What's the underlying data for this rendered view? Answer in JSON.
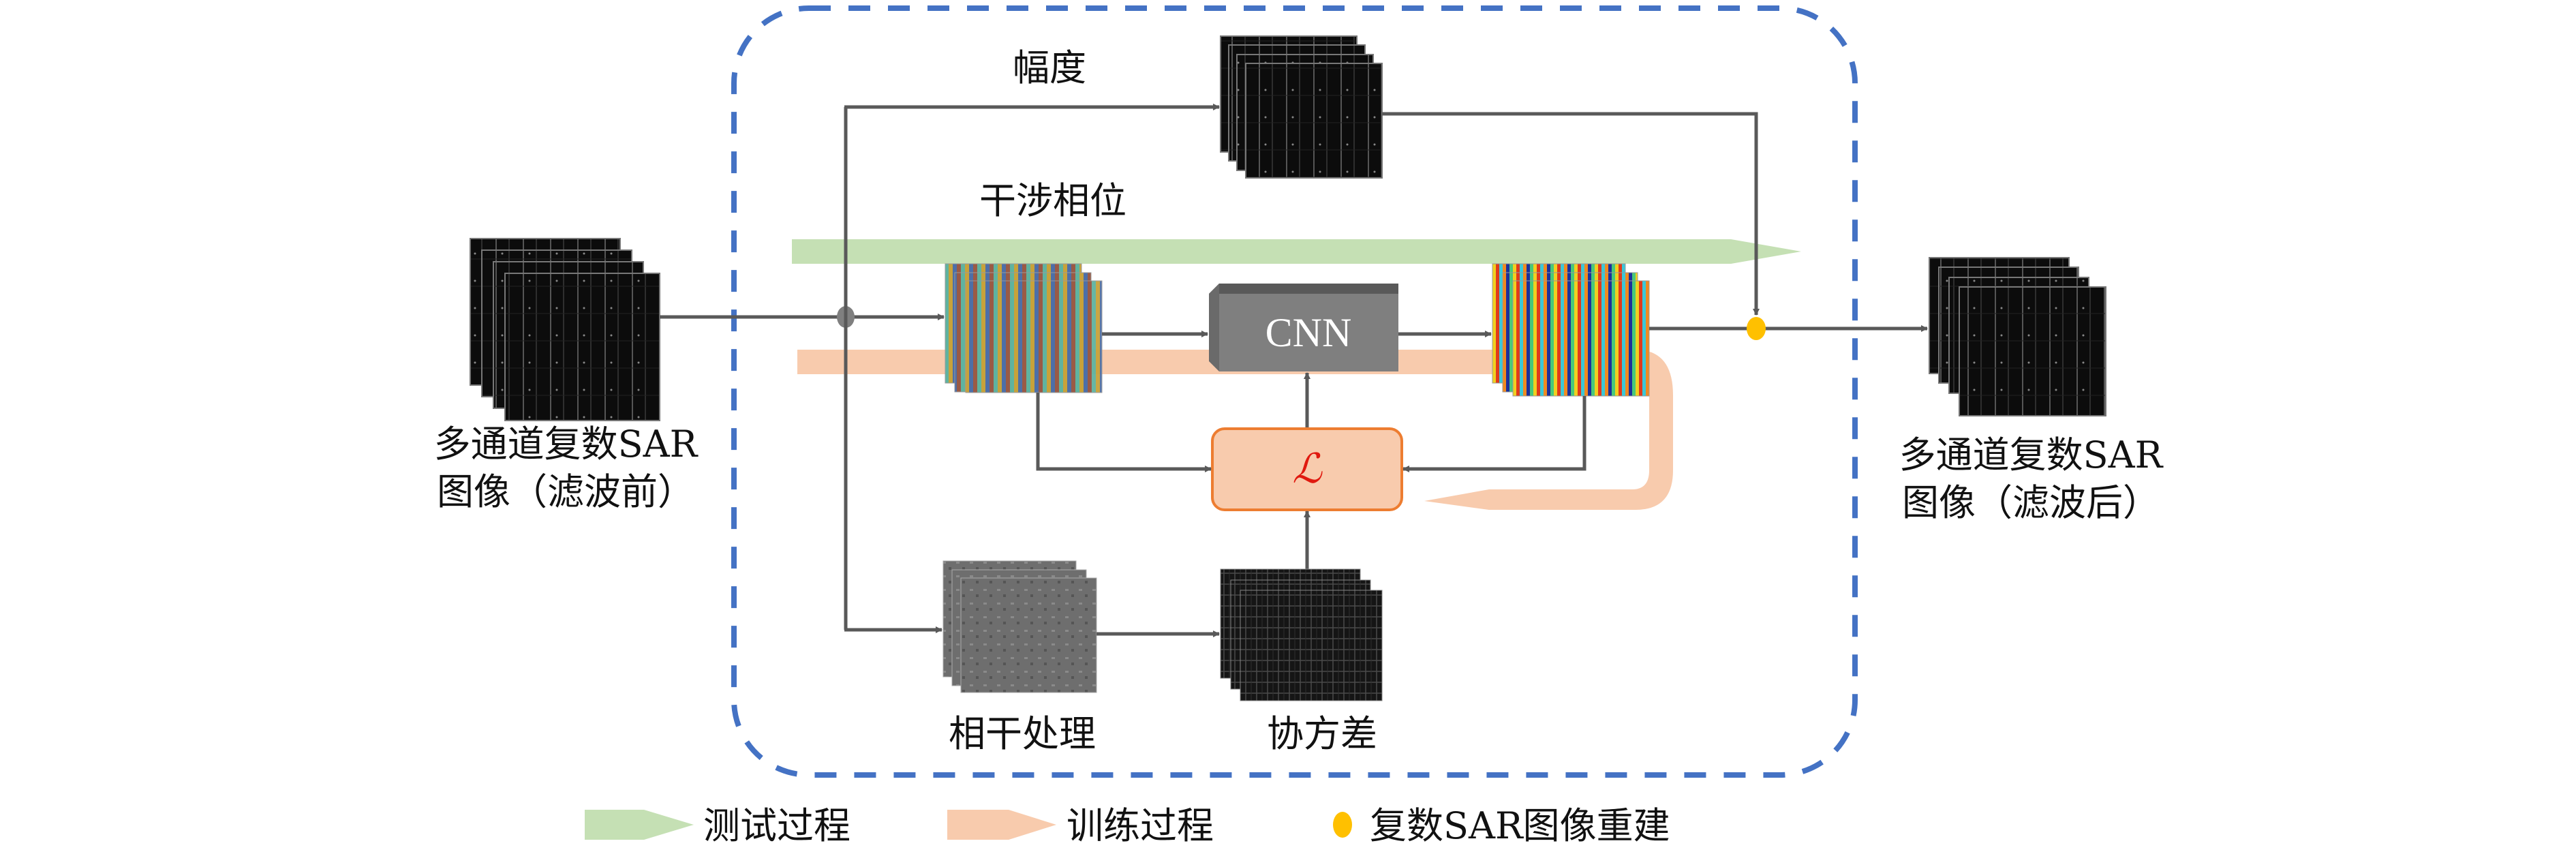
{
  "title": "多通道复数SAR图像滤波流程",
  "nodes": {
    "input": {
      "label_line1": "多通道复数SAR",
      "label_line2": "图像（滤波前）",
      "icon": "sar-image-stack"
    },
    "output": {
      "label_line1": "多通道复数SAR",
      "label_line2": "图像（滤波后）",
      "icon": "sar-image-stack"
    },
    "amplitude": {
      "label": "幅度",
      "icon": "amplitude-image-stack"
    },
    "phase": {
      "label": "干涉相位",
      "icon": "phase-image-stack"
    },
    "cnn": {
      "label": "CNN"
    },
    "loss": {
      "label": "ℒ"
    },
    "coherence": {
      "label": "相干处理",
      "icon": "coherence-image-stack"
    },
    "covariance": {
      "label": "协方差",
      "icon": "covariance-image-stack"
    }
  },
  "legend": [
    {
      "label": "测试过程",
      "symbol": "green-arrow",
      "color": "#c5e0b4"
    },
    {
      "label": "训练过程",
      "symbol": "orange-arrow",
      "color": "#f8cbad"
    },
    {
      "label": "复数SAR图像重建",
      "symbol": "yellow-dot",
      "color": "#ffc000"
    }
  ],
  "colors": {
    "dashed_border": "#4472c4",
    "arrow": "#595959",
    "test_path": "#c5e0b4",
    "train_path": "#f8cbad",
    "loss_box_fill": "#f8cbad",
    "loss_box_stroke": "#ed7d31",
    "cnn_box": "#7f7f7f",
    "reconstruction_dot": "#ffc000"
  }
}
